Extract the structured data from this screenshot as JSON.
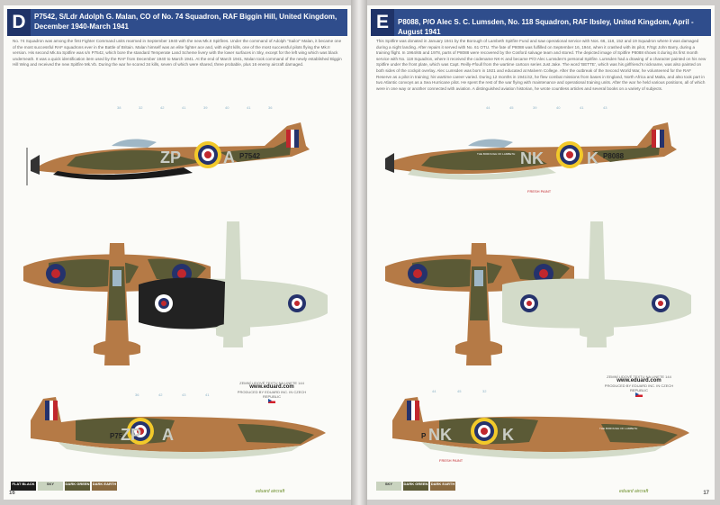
{
  "left": {
    "letter": "D",
    "title": "P7542, S/Ldr Adolph G. Malan, CO of No. 74 Squadron, RAF Biggin Hill, United Kingdom, December 1940-March 1941",
    "description": "No. 74 Squadron was among the first Fighter Command units rearmed in September 1940 with the new Mk.II Spitfires. Under the command of Adolph “Sailor” Malan, it became one of the most successful RAF squadrons ever in the Battle of Britain. Malan himself was an elite fighter ace and, with eight kills, one of the most successful pilots flying the Mk.II version. His second Mk.IIa Spitfire was s/n P7542, which bore the standard Temperate Land Scheme livery with the lower surfaces in Sky, except for the left wing which was black underneath. It was a quick identification item used by the RAF from December 1940 to March 1941. At the end of March 1941, Malan took command of the newly established Biggin Hill Wing and received the new Spitfire Mk.Vb. During the war he scored 34 kills, seven of which were shared, three probable, plus 16 enemy aircraft damaged.",
    "code_a": "ZP",
    "code_b": "A",
    "serial": "P7542",
    "serial_bottom": "P75",
    "page_number": "16",
    "swatches": [
      {
        "label": "FLAT BLACK",
        "color": "#1a1a1a"
      },
      {
        "label": "SKY",
        "color": "#c9d3bf"
      },
      {
        "label": "DARK GREEN",
        "color": "#5b5a36"
      },
      {
        "label": "DARK EARTH",
        "color": "#8a6a40"
      }
    ]
  },
  "right": {
    "letter": "E",
    "title": "P8088, P/O Alec S. C. Lumsden, No. 118 Squadron, RAF Ibsley, United Kingdom, April - August 1941",
    "description": "This Spitfire was donated in January 1941 by the Borough of Lambeth Spitfire Fund and saw operational service with Nos. 66, 118, 152 and 19 Squadron where it was damaged during a night landing. After repairs it served with No. 61 OTU. The fate of P8088 was fulfilled on September 16, 1944, when it crashed with its pilot, F/Sgt John Barry, during a training flight. In 1964/65 and 1978, parts of P8088 were recovered by the Cosford salvage team and stored. The depicted image of Spitfire P8088 shows it during its first month service with No. 118 Squadron, where it received the codename NK-K and became P/O Alec Lumsden’s personal Spitfire. Lumsden had a drawing of a character painted on his new Spitfire under the front plate, which was Capt. Reilly-Ffoull from the wartime cartoon series Just Jake. The word ‘BETTE’, which was his girlfriend’s nickname, was also painted on both sides of the cockpit overlay. Alec Lumsden was born in 1921 and educated at Malvern College. After the outbreak of the Second World War, he volunteered for the RAF Reserve as a pilot in training; his wartime career varied. During 12 months in 1941/42, he flew combat missions from bases in England, North Africa and Malta, and also took part in two Atlantic convoys as a Sea Hurricane pilot. He spent the rest of the war flying with maintenance and operational training units. After the war he held various positions, all of which were in one way or another connected with aviation. A distinguished aviation historian, he wrote countless articles and several books on a variety of subjects.",
    "code_a": "NK",
    "code_b": "K",
    "serial": "P8088",
    "serial_bottom": "P",
    "nose_text": "THE BOROUGH OF LAMBETH",
    "fresh_paint": "FRESH PAINT",
    "page_number": "17",
    "swatches": [
      {
        "label": "SKY",
        "color": "#c9d3bf"
      },
      {
        "label": "DARK GREEN",
        "color": "#5b5a36"
      },
      {
        "label": "DARK EARTH",
        "color": "#8a6a40"
      }
    ]
  },
  "credit": {
    "line1": "ZEMNÍ LIDOVÉ TEXTU NA LINETE 144",
    "url": "www.eduard.com",
    "line2": "PRODUCED BY EDUARD INC. IN CZECH REPUBLIC"
  },
  "brand": "eduard aircraft",
  "callouts_top": [
    "38",
    "32",
    "42",
    "41",
    "39",
    "40",
    "41",
    "36"
  ],
  "callouts_right_top": [
    "44",
    "45",
    "39",
    "40",
    "41",
    "43"
  ],
  "callouts_bottom": [
    "36",
    "42",
    "43",
    "41"
  ],
  "callouts_right_bottom": [
    "44",
    "45",
    "32"
  ],
  "colors": {
    "header_blue": "#2f4d8c",
    "dark_green": "#5b5a36",
    "dark_earth": "#b57a46",
    "sky": "#d3dbc9",
    "roundel_blue": "#25326c",
    "roundel_red": "#c1272d",
    "roundel_yellow": "#f2c92a"
  }
}
